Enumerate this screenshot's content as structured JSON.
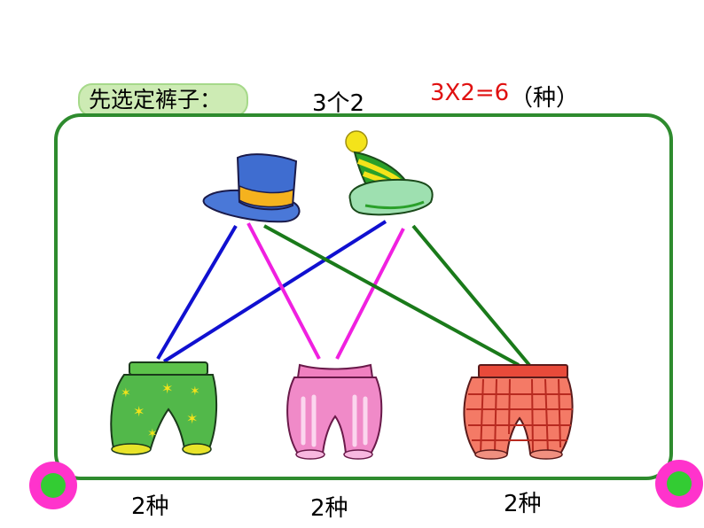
{
  "header": {
    "instruction": "先选定裤子：",
    "count": "3个2",
    "formula": "3X2=6",
    "unit": "（种）"
  },
  "items": {
    "hats": [
      "blue-top-hat",
      "green-yellow-striped-beanie"
    ],
    "pants": [
      "green-star-pants",
      "pink-striped-pants",
      "red-plaid-pants"
    ]
  },
  "pant_labels": [
    "2种",
    "2种",
    "2种"
  ],
  "colors": {
    "frame": "#2e8b2e",
    "line_blue": "#1010d0",
    "line_magenta": "#f020e0",
    "line_green": "#1a7a1a",
    "corner_outer": "#ff33cc",
    "corner_inner": "#33cc33"
  }
}
